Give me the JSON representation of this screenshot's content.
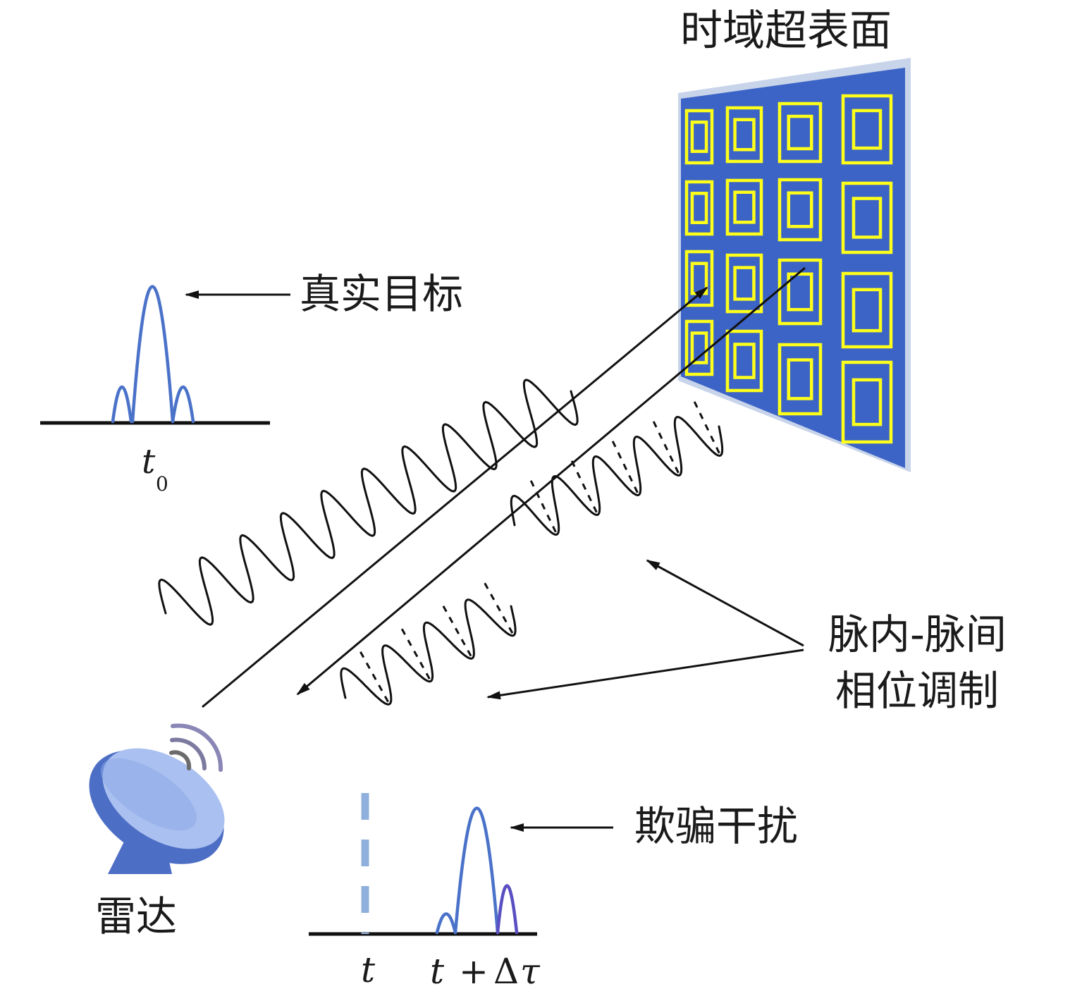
{
  "labels": {
    "metasurface": "时域超表面",
    "real_target": "真实目标",
    "modulation_line1": "脉内-脉间",
    "modulation_line2": "相位调制",
    "deception": "欺骗干扰",
    "radar": "雷达"
  },
  "axis": {
    "t0_base": "t",
    "t0_sub": "0",
    "t": "t",
    "t_delay_t": "t",
    "t_delay_plus": "+",
    "t_delay_delta": "Δ",
    "t_delay_tau": "τ"
  },
  "colors": {
    "surface": "#3c64c6",
    "surface_frame": "#c8d4ea",
    "ring": "#ffff1a",
    "pulse": "#4a72c9",
    "radar_light": "#a9c0f0",
    "radar_dark": "#4d6ec5",
    "waves_arc": "#6b6b6b"
  },
  "icons": {
    "radar": "radar-dish-icon",
    "signal": "signal-waves-icon"
  }
}
